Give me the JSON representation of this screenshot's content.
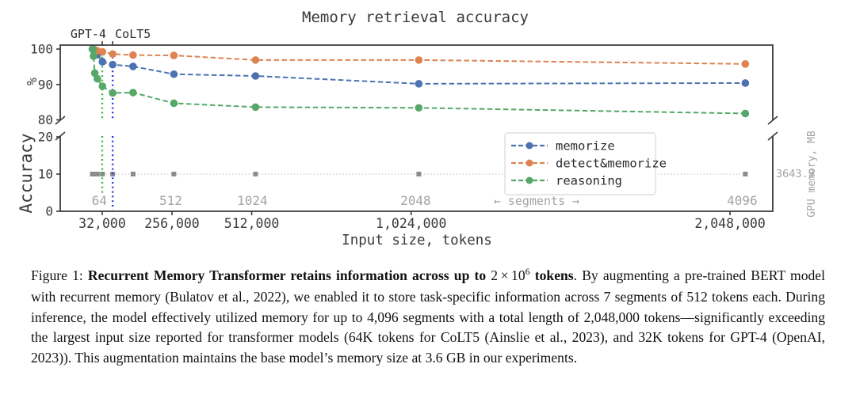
{
  "chart_data": {
    "type": "line",
    "title": "Memory retrieval accuracy",
    "xlabel": "Input size, tokens",
    "ylabel": "Accuracy",
    "ylabel_top_units": "%",
    "y2label": "GPU memory, MB",
    "broken_y_axis": true,
    "top_axis": {
      "range": [
        80,
        100
      ],
      "ticks": [
        80,
        90,
        100
      ],
      "tick_labels": [
        "80",
        "90",
        "100"
      ]
    },
    "bottom_axis": {
      "range": [
        0,
        20
      ],
      "ticks": [
        0,
        10,
        20
      ],
      "tick_labels": [
        "0",
        "10",
        "20"
      ]
    },
    "x_tokens": [
      512,
      1024,
      2048,
      4096,
      8192,
      16384,
      32768,
      65536,
      131072,
      262144,
      524288,
      1048576,
      2097152
    ],
    "series": [
      {
        "name": "memorize",
        "color": "#4c72b0",
        "values": [
          100,
          100,
          100,
          99.9,
          99.5,
          98.4,
          96.4,
          95.6,
          95.1,
          92.9,
          92.4,
          90.2,
          90.4
        ]
      },
      {
        "name": "detect&memorize",
        "color": "#dd8452",
        "values": [
          100,
          100,
          100,
          99.9,
          99.8,
          99.5,
          99.2,
          98.6,
          98.3,
          98.2,
          96.9,
          96.9,
          95.8
        ]
      },
      {
        "name": "reasoning",
        "color": "#55a868",
        "values": [
          100,
          100,
          99.8,
          98.0,
          93.2,
          91.6,
          89.5,
          87.6,
          87.7,
          84.7,
          83.6,
          83.4,
          81.8
        ]
      }
    ],
    "gpu_series": {
      "name": "GPU memory",
      "value_mb": 3643.9,
      "label": "3643.9",
      "plotted_at": 10,
      "color": "#8c8c8c",
      "line_color": "#c9c9c9"
    },
    "x_ticks": [
      {
        "tokens": 32000,
        "label": "32,000"
      },
      {
        "tokens": 256000,
        "label": "256,000"
      },
      {
        "tokens": 512000,
        "label": "512,000"
      },
      {
        "tokens": 1024000,
        "label": "1,024,000"
      },
      {
        "tokens": 2048000,
        "label": "2,048,000"
      }
    ],
    "segment_ticks": [
      {
        "segments": 64,
        "tokens": 32768,
        "label": "64"
      },
      {
        "segments": 512,
        "tokens": 262144,
        "label": "512"
      },
      {
        "segments": 1024,
        "tokens": 524288,
        "label": "1024"
      },
      {
        "segments": 2048,
        "tokens": 1048576,
        "label": "2048"
      },
      {
        "segments": 4096,
        "tokens": 2097152,
        "label": "4096"
      }
    ],
    "segments_axis_label": "← segments →",
    "annotations": [
      {
        "label": "GPT-4",
        "tokens": 32000,
        "color": "#3cb83c"
      },
      {
        "label": "CoLT5",
        "tokens": 65536,
        "color": "#2d3de0"
      }
    ],
    "legend": {
      "entries": [
        "memorize",
        "detect&memorize",
        "reasoning"
      ],
      "position": "center-right"
    }
  },
  "caption": {
    "prefix": "Figure 1: ",
    "bold_lead": "Recurrent Memory Transformer retains information across up to ",
    "math_base": "2 × 10",
    "math_sup": "6",
    "bold_tail": " tokens",
    "body": ". By augmenting a pre-trained BERT model with recurrent memory (Bulatov et al., 2022), we enabled it to store task-specific information across 7 segments of 512 tokens each. During inference, the model effectively utilized memory for up to 4,096 segments with a total length of 2,048,000 tokens—significantly exceeding the largest input size reported for transformer models (64K tokens for CoLT5 (Ainslie et al., 2023), and 32K tokens for GPT-4 (OpenAI, 2023)). This augmentation maintains the base model’s memory size at 3.6 GB in our experiments."
  }
}
